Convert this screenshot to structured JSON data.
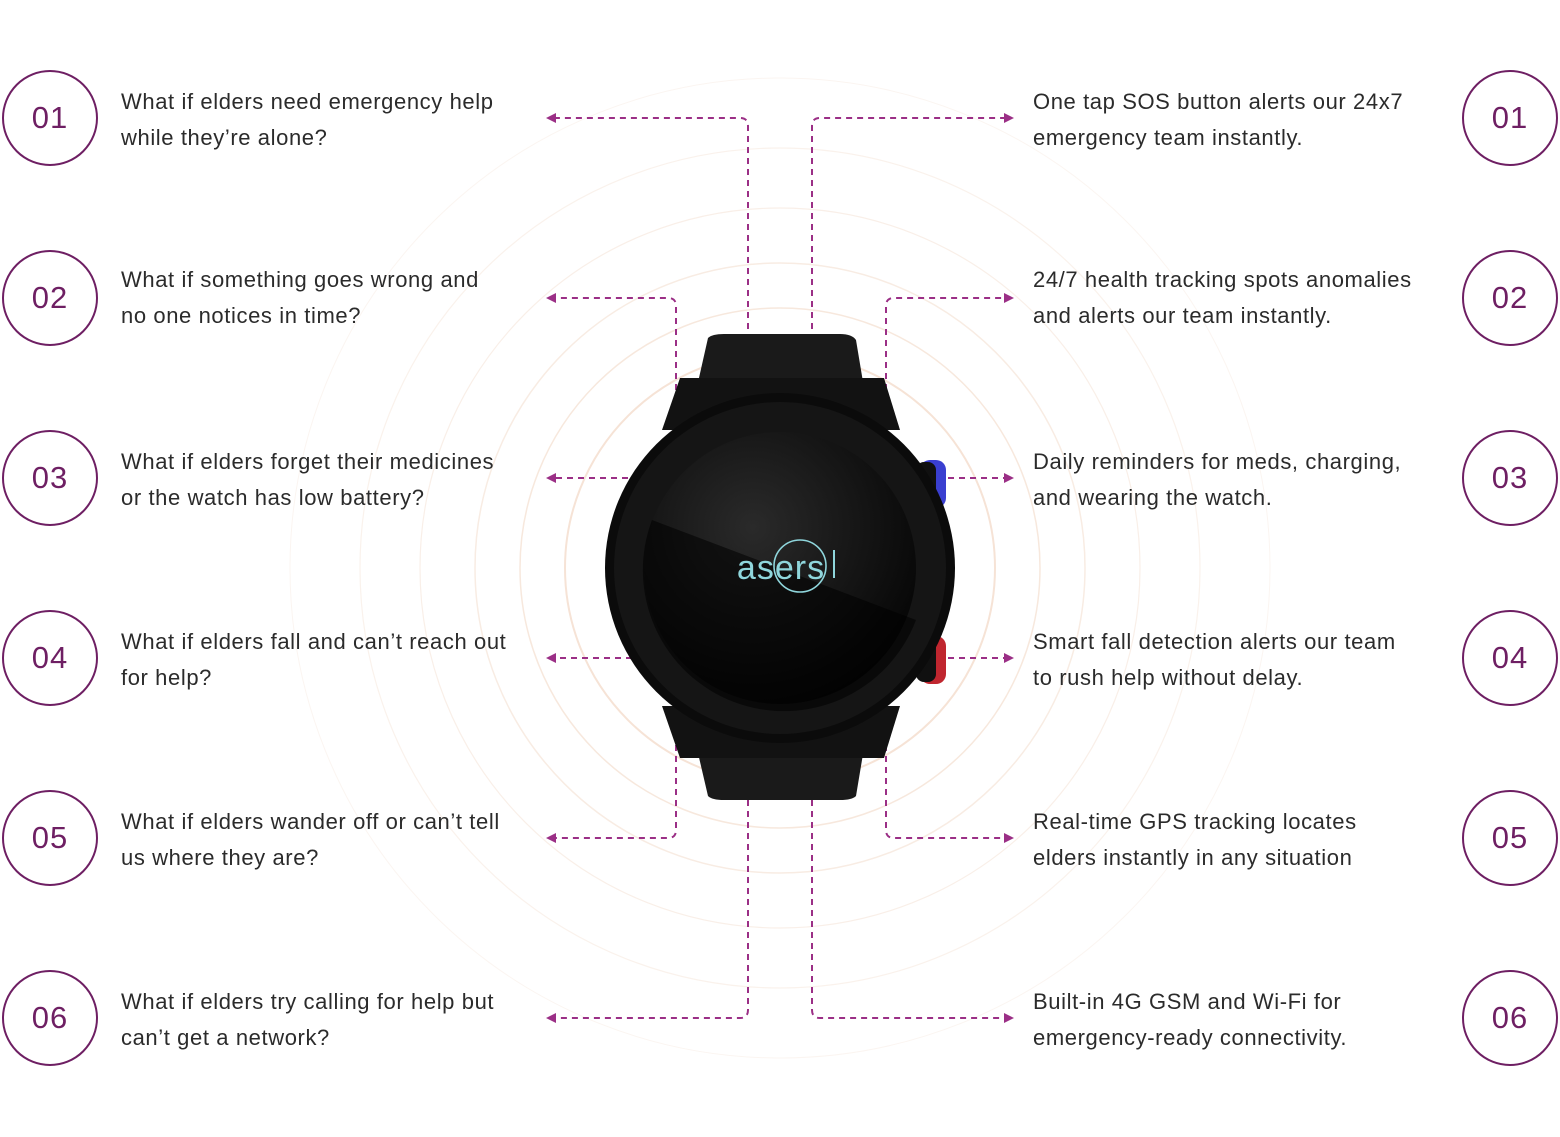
{
  "questions": [
    {
      "number": "01",
      "line1": "What if elders need emergency help",
      "line2": "while they’re alone?"
    },
    {
      "number": "02",
      "line1": "What if something goes wrong and",
      "line2": "no one notices in time?"
    },
    {
      "number": "03",
      "line1": "What if elders forget their medicines",
      "line2": "or the watch has low battery?"
    },
    {
      "number": "04",
      "line1": "What if elders fall and can’t reach out",
      "line2": "for help?"
    },
    {
      "number": "05",
      "line1": "What if elders wander off or can’t tell",
      "line2": "us where they are?"
    },
    {
      "number": "06",
      "line1": "What if elders try calling for help but",
      "line2": "can’t get a network?"
    }
  ],
  "answers": [
    {
      "number": "01",
      "line1": "One tap SOS button alerts our 24x7",
      "line2": "emergency team instantly."
    },
    {
      "number": "02",
      "line1": "24/7 health tracking spots anomalies",
      "line2": "and alerts our team instantly."
    },
    {
      "number": "03",
      "line1": "Daily reminders for meds, charging,",
      "line2": "and wearing the watch."
    },
    {
      "number": "04",
      "line1": "Smart fall detection alerts our team",
      "line2": "to rush help without delay."
    },
    {
      "number": "05",
      "line1": "Real-time GPS tracking locates",
      "line2": "elders instantly in any situation"
    },
    {
      "number": "06",
      "line1": "Built-in 4G GSM and Wi-Fi for",
      "line2": "emergency-ready connectivity."
    }
  ],
  "watch": {
    "logo_text": "asers"
  },
  "colors": {
    "accent": "#6e1f63",
    "text": "#2b2b2b",
    "logo": "#8fd6dc",
    "sos_button": "#3a3fd0",
    "fall_button": "#c0262f"
  }
}
